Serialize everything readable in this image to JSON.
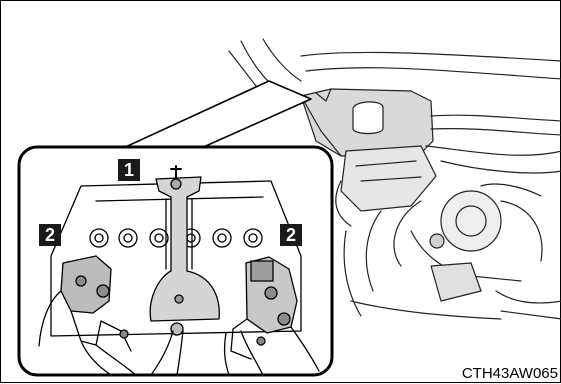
{
  "callouts": {
    "top": "1",
    "left": "2",
    "right": "2"
  },
  "figure_code": "CTH43AW065"
}
